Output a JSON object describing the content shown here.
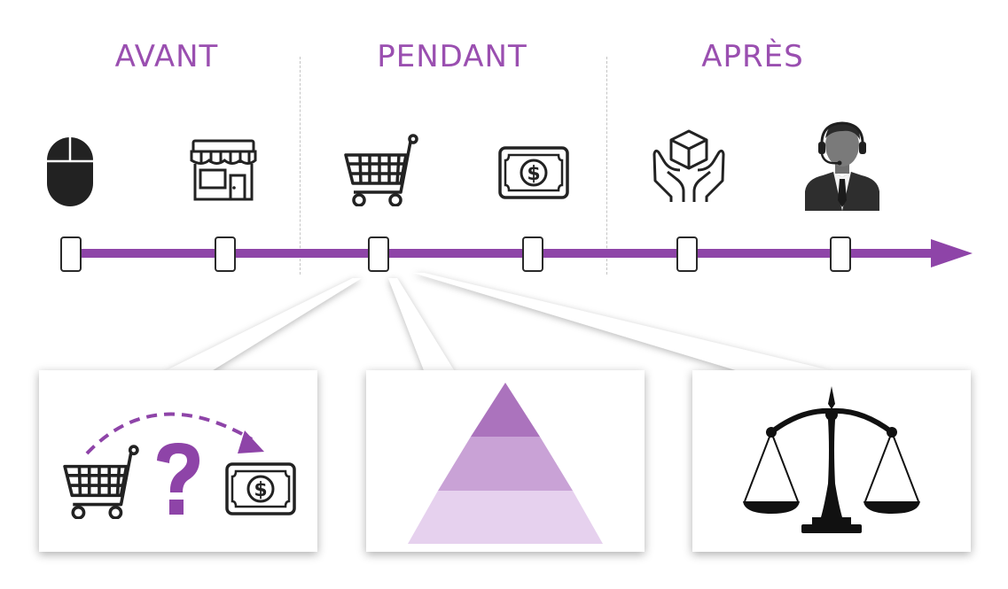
{
  "phases": [
    {
      "label": "AVANT",
      "icons": [
        "mouse-icon",
        "storefront-icon"
      ]
    },
    {
      "label": "PENDANT",
      "icons": [
        "shopping-cart-icon",
        "banknote-icon"
      ]
    },
    {
      "label": "APRÈS",
      "icons": [
        "package-in-hands-icon",
        "support-agent-icon"
      ]
    }
  ],
  "colors": {
    "accent": "#8e44a8",
    "label": "#9a4fb0",
    "icon": "#222222",
    "pyramid_top": "#ab73bd",
    "pyramid_middle": "#c9a2d6",
    "pyramid_bottom": "#e6d1ee"
  },
  "detail_panels": [
    {
      "icons": [
        "shopping-cart-icon",
        "question-mark-icon",
        "dashed-arrow-icon",
        "banknote-icon"
      ]
    },
    {
      "icons": [
        "pyramid-icon"
      ],
      "pyramid_levels": 3
    },
    {
      "icons": [
        "balance-scale-icon"
      ]
    }
  ]
}
